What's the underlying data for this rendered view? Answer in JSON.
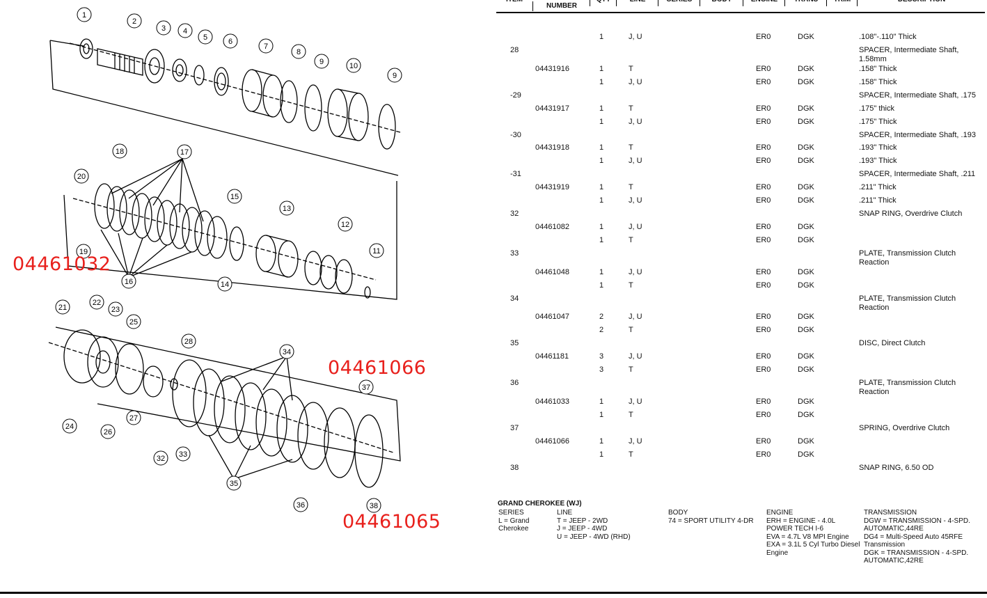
{
  "header": {
    "item": "ITEM",
    "number": "NUMBER",
    "qty": "QTY",
    "line": "LINE",
    "series": "SERIES",
    "body": "BODY",
    "engine": "ENGINE",
    "trans": "TRANS",
    "trim": "TRIM",
    "description": "DESCRIPTION"
  },
  "rows": [
    {
      "item": "",
      "part": "",
      "qty": "1",
      "line": "J, U",
      "engine": "ER0",
      "trans": "DGK",
      "desc": "   .108\"-.110\" Thick"
    },
    {
      "item": "28",
      "part": "",
      "qty": "",
      "line": "",
      "engine": "",
      "trans": "",
      "desc": "SPACER, Intermediate Shaft, 1.58mm"
    },
    {
      "item": "",
      "part": "04431916",
      "qty": "1",
      "line": "T",
      "engine": "ER0",
      "trans": "DGK",
      "desc": "   .158\" Thick"
    },
    {
      "item": "",
      "part": "",
      "qty": "1",
      "line": "J, U",
      "engine": "ER0",
      "trans": "DGK",
      "desc": "   .158\" Thick"
    },
    {
      "item": "-29",
      "part": "",
      "qty": "",
      "line": "",
      "engine": "",
      "trans": "",
      "desc": "SPACER, Intermediate Shaft, .175"
    },
    {
      "item": "",
      "part": "04431917",
      "qty": "1",
      "line": "T",
      "engine": "ER0",
      "trans": "DGK",
      "desc": "   .175\" thick"
    },
    {
      "item": "",
      "part": "",
      "qty": "1",
      "line": "J, U",
      "engine": "ER0",
      "trans": "DGK",
      "desc": "   .175\" Thick"
    },
    {
      "item": "-30",
      "part": "",
      "qty": "",
      "line": "",
      "engine": "",
      "trans": "",
      "desc": "SPACER, Intermediate Shaft, .193"
    },
    {
      "item": "",
      "part": "04431918",
      "qty": "1",
      "line": "T",
      "engine": "ER0",
      "trans": "DGK",
      "desc": "   .193\" Thick"
    },
    {
      "item": "",
      "part": "",
      "qty": "1",
      "line": "J, U",
      "engine": "ER0",
      "trans": "DGK",
      "desc": "   .193\" Thick"
    },
    {
      "item": "-31",
      "part": "",
      "qty": "",
      "line": "",
      "engine": "",
      "trans": "",
      "desc": "SPACER, Intermediate Shaft, .211"
    },
    {
      "item": "",
      "part": "04431919",
      "qty": "1",
      "line": "T",
      "engine": "ER0",
      "trans": "DGK",
      "desc": "   .211\" Thick"
    },
    {
      "item": "",
      "part": "",
      "qty": "1",
      "line": "J, U",
      "engine": "ER0",
      "trans": "DGK",
      "desc": "   .211\" Thick"
    },
    {
      "item": "32",
      "part": "",
      "qty": "",
      "line": "",
      "engine": "",
      "trans": "",
      "desc": "SNAP RING, Overdrive Clutch"
    },
    {
      "item": "",
      "part": "04461082",
      "qty": "1",
      "line": "J, U",
      "engine": "ER0",
      "trans": "DGK",
      "desc": ""
    },
    {
      "item": "",
      "part": "",
      "qty": "1",
      "line": "T",
      "engine": "ER0",
      "trans": "DGK",
      "desc": ""
    },
    {
      "item": "33",
      "part": "",
      "qty": "",
      "line": "",
      "engine": "",
      "trans": "",
      "desc": "PLATE, Transmission Clutch Reaction"
    },
    {
      "item": "",
      "part": "04461048",
      "qty": "1",
      "line": "J, U",
      "engine": "ER0",
      "trans": "DGK",
      "desc": ""
    },
    {
      "item": "",
      "part": "",
      "qty": "1",
      "line": "T",
      "engine": "ER0",
      "trans": "DGK",
      "desc": ""
    },
    {
      "item": "34",
      "part": "",
      "qty": "",
      "line": "",
      "engine": "",
      "trans": "",
      "desc": "PLATE, Transmission Clutch Reaction"
    },
    {
      "item": "",
      "part": "04461047",
      "qty": "2",
      "line": "J, U",
      "engine": "ER0",
      "trans": "DGK",
      "desc": ""
    },
    {
      "item": "",
      "part": "",
      "qty": "2",
      "line": "T",
      "engine": "ER0",
      "trans": "DGK",
      "desc": ""
    },
    {
      "item": "35",
      "part": "",
      "qty": "",
      "line": "",
      "engine": "",
      "trans": "",
      "desc": "DISC, Direct Clutch"
    },
    {
      "item": "",
      "part": "04461181",
      "qty": "3",
      "line": "J, U",
      "engine": "ER0",
      "trans": "DGK",
      "desc": ""
    },
    {
      "item": "",
      "part": "",
      "qty": "3",
      "line": "T",
      "engine": "ER0",
      "trans": "DGK",
      "desc": ""
    },
    {
      "item": "36",
      "part": "",
      "qty": "",
      "line": "",
      "engine": "",
      "trans": "",
      "desc": "PLATE, Transmission Clutch Reaction"
    },
    {
      "item": "",
      "part": "04461033",
      "qty": "1",
      "line": "J, U",
      "engine": "ER0",
      "trans": "DGK",
      "desc": ""
    },
    {
      "item": "",
      "part": "",
      "qty": "1",
      "line": "T",
      "engine": "ER0",
      "trans": "DGK",
      "desc": ""
    },
    {
      "item": "37",
      "part": "",
      "qty": "",
      "line": "",
      "engine": "",
      "trans": "",
      "desc": "SPRING, Overdrive Clutch"
    },
    {
      "item": "",
      "part": "04461066",
      "qty": "1",
      "line": "J, U",
      "engine": "ER0",
      "trans": "DGK",
      "desc": ""
    },
    {
      "item": "",
      "part": "",
      "qty": "1",
      "line": "T",
      "engine": "ER0",
      "trans": "DGK",
      "desc": ""
    },
    {
      "item": "38",
      "part": "",
      "qty": "",
      "line": "",
      "engine": "",
      "trans": "",
      "desc": "SNAP RING, 6.50 OD"
    }
  ],
  "legend": {
    "title": "GRAND CHEROKEE (WJ)",
    "series_h": "SERIES",
    "series_v": "L  =  Grand\nCherokee",
    "line_h": "LINE",
    "line_v": "T = JEEP - 2WD\nJ = JEEP - 4WD\nU = JEEP - 4WD (RHD)",
    "body_h": "BODY",
    "body_v": "74 = SPORT UTILITY 4-DR",
    "engine_h": "ENGINE",
    "engine_v": "ERH = ENGINE - 4.0L\nPOWER TECH I-6\nEVA = 4.7L V8 MPI Engine\nEXA = 3.1L 5 Cyl Turbo Diesel\nEngine",
    "trans_h": "TRANSMISSION",
    "trans_v": "DGW = TRANSMISSION - 4-SPD.\nAUTOMATIC,44RE\nDG4 = Multi-Speed Auto 45RFE\nTransmission\nDGK = TRANSMISSION - 4-SPD.\nAUTOMATIC,42RE"
  },
  "annotations": {
    "a1": "04461032",
    "a2": "04461066",
    "a3": "04461065"
  },
  "callouts": [
    "1",
    "2",
    "3",
    "4",
    "5",
    "6",
    "7",
    "8",
    "9",
    "10",
    "9",
    "18",
    "17",
    "20",
    "15",
    "13",
    "12",
    "19",
    "11",
    "16",
    "14",
    "21",
    "22",
    "23",
    "25",
    "28",
    "34",
    "24",
    "26",
    "27",
    "33",
    "32",
    "35",
    "36",
    "37",
    "38"
  ],
  "colors": {
    "annotation": "#e8201c"
  }
}
